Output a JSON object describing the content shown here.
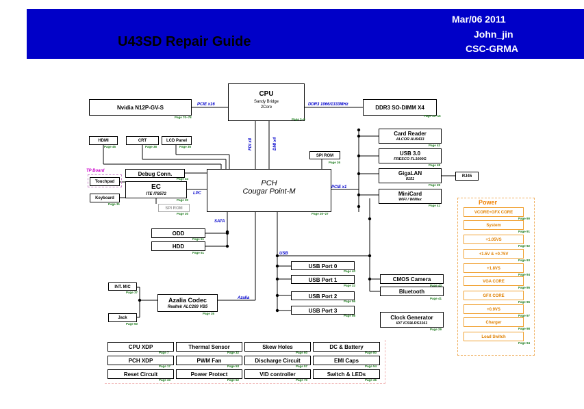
{
  "header": {
    "title": "U43SD Repair Guide",
    "date": "Mar/06 2011",
    "author": "John_jin",
    "dept": "CSC-GRMA"
  },
  "blocks": {
    "cpu": {
      "title": "CPU",
      "sub1": "Sandy Bridge",
      "sub2": "2Core",
      "page": "Page 3~9"
    },
    "nvidia": {
      "title": "Nvidia N12P-GV-S",
      "page": "Page 70~78"
    },
    "ddr3": {
      "title": "DDR3 SO-DIMM X4",
      "page": "Page 13~15"
    },
    "hdmi": {
      "title": "HDMI",
      "page": "Page 45"
    },
    "crt": {
      "title": "CRT",
      "page": "Page 38"
    },
    "lcd": {
      "title": "LCD Panel",
      "page": "Page 35"
    },
    "tpboard": {
      "label": "TP Board"
    },
    "touchpad": {
      "title": "Touchpad"
    },
    "keyboard": {
      "title": "Keyboard",
      "page": "Page 31"
    },
    "debug": {
      "title": "Debug Conn.",
      "page": "Page 34"
    },
    "ec": {
      "title": "EC",
      "sub": "ITE IT8572",
      "page": "Page 30"
    },
    "spirom_ec": {
      "title": "SPI ROM",
      "page": "Page 30"
    },
    "pch": {
      "title": "PCH",
      "sub": "Cougar Point-M",
      "page": "Page 20~27"
    },
    "spirom": {
      "title": "SPI ROM",
      "page": "Page 26"
    },
    "cardreader": {
      "title": "Card Reader",
      "sub": "ALCOR AU6433",
      "page": "Page 42"
    },
    "usb3": {
      "title": "USB 3.0",
      "sub": "FRESCO FL1000G",
      "page": "Page 48"
    },
    "gigalan": {
      "title": "GigaLAN",
      "sub": "8151",
      "page": "Page 39"
    },
    "rj45": {
      "title": "RJ45"
    },
    "minicard": {
      "title": "MiniCard",
      "sub": "WIFI / WiMax",
      "page": "Page 41"
    },
    "odd": {
      "title": "ODD",
      "page": "Page 51"
    },
    "hdd": {
      "title": "HDD",
      "page": "Page 51"
    },
    "usb0": {
      "title": "USB Port 0",
      "page": "Page 40"
    },
    "usb1": {
      "title": "USB Port 1",
      "page": "Page 32"
    },
    "usb2": {
      "title": "USB Port 2",
      "page": "Page 56"
    },
    "usb3p": {
      "title": "USB Port 3",
      "page": "Page 56"
    },
    "cmos": {
      "title": "CMOS Camera",
      "page": "Page 40"
    },
    "bt": {
      "title": "Bluetooth",
      "page": "Page 41"
    },
    "clock": {
      "title": "Clock Generator",
      "sub": "IDT ICS9LRS3161",
      "page": "Page 29"
    },
    "intmic": {
      "title": "INT. MIC",
      "page": "Page 37"
    },
    "jack": {
      "title": "Jack",
      "page": "Page 50"
    },
    "azalia": {
      "title": "Azalia Codec",
      "sub": "Realtek ALC269 VB5",
      "page": "Page 35"
    }
  },
  "buses": {
    "pcie16": "PCIE x16",
    "ddr3": "DDR3 1066/1333MHz",
    "fdi": "FDI x8",
    "dmi": "DMI x4",
    "lpc": "LPC",
    "pcie1": "PCIE x1",
    "sata": "SATA",
    "usb": "USB",
    "azalia": "Azalia"
  },
  "power": {
    "title": "Power",
    "items": [
      {
        "label": "VCORE+GFX CORE",
        "page": "Page 90"
      },
      {
        "label": "System",
        "page": "Page 91"
      },
      {
        "label": "+1.05VS",
        "page": "Page 92"
      },
      {
        "label": "+1.5V & +0.75V",
        "page": "Page 93"
      },
      {
        "label": "+1.8VS",
        "page": "Page 94"
      },
      {
        "label": "VGA CORE",
        "page": "Page 95"
      },
      {
        "label": "GFX CORE",
        "page": "Page 96"
      },
      {
        "label": "+0.9VS",
        "page": "Page 97"
      },
      {
        "label": "Charger",
        "page": "Page 98"
      },
      {
        "label": "Load Switch",
        "page": "Page 94"
      }
    ]
  },
  "footer": [
    {
      "label": "CPU XDP",
      "page": "Page 7"
    },
    {
      "label": "Thermal Sensor",
      "page": "Page 32"
    },
    {
      "label": "Skew Holes",
      "page": "Page 60"
    },
    {
      "label": "DC & Battery",
      "page": "Page 80"
    },
    {
      "label": "PCH XDP",
      "page": "Page 17"
    },
    {
      "label": "PWM Fan",
      "page": "Page 53"
    },
    {
      "label": "Discharge Circuit",
      "page": "Page 57"
    },
    {
      "label": "EMI Caps",
      "page": "Page 54"
    },
    {
      "label": "Reset Circuit",
      "page": "Page 33"
    },
    {
      "label": "Power Protect",
      "page": "Page 52"
    },
    {
      "label": "VID controller",
      "page": "Page 70"
    },
    {
      "label": "Switch & LEDs",
      "page": "Page 36"
    }
  ]
}
